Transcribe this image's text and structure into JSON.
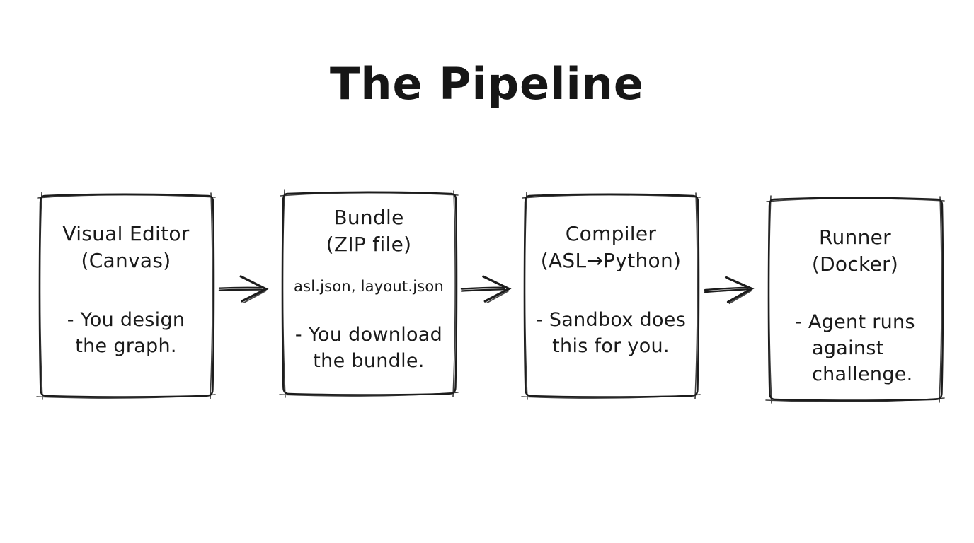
{
  "page": {
    "background": "#ffffff",
    "ink": "#1a1a1a"
  },
  "title": "The Pipeline",
  "nodes": [
    {
      "id": "visual-editor",
      "heading": [
        "Visual Editor",
        "(Canvas)"
      ],
      "body": [
        "- You design",
        "the graph."
      ]
    },
    {
      "id": "bundle",
      "heading": [
        "Bundle",
        "(ZIP file)"
      ],
      "files": "asl.json, layout.json",
      "body": [
        "- You download",
        "the bundle."
      ]
    },
    {
      "id": "compiler",
      "heading": [
        "Compiler",
        "(ASL→Python)"
      ],
      "body": [
        "- Sandbox does",
        "this for you."
      ]
    },
    {
      "id": "runner",
      "heading": [
        "Runner",
        "(Docker)"
      ],
      "body": [
        "- Agent runs",
        "against",
        "challenge."
      ]
    }
  ],
  "arrows": [
    {
      "from": "visual-editor",
      "to": "bundle",
      "icon": "arrow-right-icon"
    },
    {
      "from": "bundle",
      "to": "compiler",
      "icon": "arrow-right-icon"
    },
    {
      "from": "compiler",
      "to": "runner",
      "icon": "arrow-right-icon"
    }
  ]
}
